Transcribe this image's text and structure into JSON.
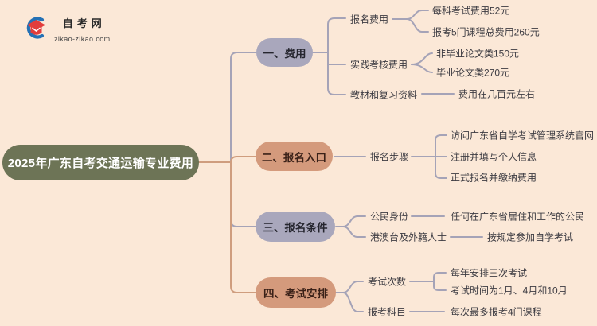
{
  "logo": {
    "site_name": "自考网",
    "site_domain": "zikao-zikao.com",
    "icon": "graduation-cap-crescent-icon"
  },
  "root": {
    "title": "2025年广东自考交通运输专业费用"
  },
  "colors": {
    "background": "#fbe8d7",
    "root_bg": "#6d7456",
    "root_text": "#ffffff",
    "pill_lavender": "#a9a7bc",
    "pill_salmon": "#d49a7c",
    "pill_text_lavender": "#25252e",
    "pill_text_salmon": "#3a2118",
    "line_gray": "#a5a3b7",
    "line_salmon": "#cf9d7e",
    "text_dark": "#3c3b42",
    "logo_blue": "#2471b5",
    "logo_red": "#e23d3c"
  },
  "branches": [
    {
      "label": "一、费用",
      "color": "lavender",
      "children": [
        {
          "label": "报名费用",
          "leaves": [
            "每科考试费用52元",
            "报考5门课程总费用260元"
          ]
        },
        {
          "label": "实践考核费用",
          "leaves": [
            "非毕业论文类150元",
            "毕业论文类270元"
          ]
        },
        {
          "label": "教材和复习资料",
          "leaves": [
            "费用在几百元左右"
          ]
        }
      ]
    },
    {
      "label": "二、报名入口",
      "color": "salmon",
      "children": [
        {
          "label": "报名步骤",
          "leaves": [
            "访问广东省自学考试管理系统官网",
            "注册并填写个人信息",
            "正式报名并缴纳费用"
          ]
        }
      ]
    },
    {
      "label": "三、报名条件",
      "color": "lavender",
      "children": [
        {
          "label": "公民身份",
          "leaves": [
            "任何在广东省居住和工作的公民"
          ]
        },
        {
          "label": "港澳台及外籍人士",
          "leaves": [
            "按规定参加自学考试"
          ]
        }
      ]
    },
    {
      "label": "四、考试安排",
      "color": "salmon",
      "children": [
        {
          "label": "考试次数",
          "leaves": [
            "每年安排三次考试",
            "考试时间为1月、4月和10月"
          ]
        },
        {
          "label": "报考科目",
          "leaves": [
            "每次最多报考4门课程"
          ]
        }
      ]
    }
  ]
}
